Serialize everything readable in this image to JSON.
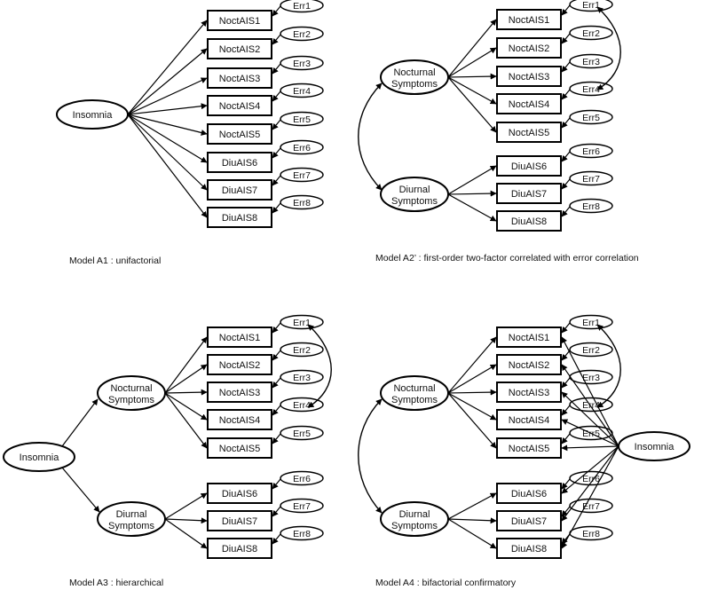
{
  "models": [
    {
      "caption": "Model A1 : unifactorial",
      "latents": [
        "Insomnia"
      ],
      "items": [
        "NoctAIS1",
        "NoctAIS2",
        "NoctAIS3",
        "NoctAIS4",
        "NoctAIS5",
        "DiuAIS6",
        "DiuAIS7",
        "DiuAIS8"
      ],
      "errors": [
        "Err1",
        "Err2",
        "Err3",
        "Err4",
        "Err5",
        "Err6",
        "Err7",
        "Err8"
      ]
    },
    {
      "caption": "Model A2’ : first-order two-factor correlated with error correlation",
      "latents": [
        "Nocturnal Symptoms",
        "Diurnal Symptoms"
      ],
      "items": [
        "NoctAIS1",
        "NoctAIS2",
        "NoctAIS3",
        "NoctAIS4",
        "NoctAIS5",
        "DiuAIS6",
        "DiuAIS7",
        "DiuAIS8"
      ],
      "errors": [
        "Err1",
        "Err2",
        "Err3",
        "Err4",
        "Err5",
        "Err6",
        "Err7",
        "Err8"
      ]
    },
    {
      "caption": "Model A3 : hierarchical",
      "latents": [
        "Insomnia",
        "Nocturnal Symptoms",
        "Diurnal Symptoms"
      ],
      "items": [
        "NoctAIS1",
        "NoctAIS2",
        "NoctAIS3",
        "NoctAIS4",
        "NoctAIS5",
        "DiuAIS6",
        "DiuAIS7",
        "DiuAIS8"
      ],
      "errors": [
        "Err1",
        "Err2",
        "Err3",
        "Err4",
        "Err5",
        "Err6",
        "Err7",
        "Err8"
      ]
    },
    {
      "caption": "Model A4 : bifactorial confirmatory",
      "latents": [
        "Nocturnal Symptoms",
        "Diurnal Symptoms",
        "Insomnia"
      ],
      "items": [
        "NoctAIS1",
        "NoctAIS2",
        "NoctAIS3",
        "NoctAIS4",
        "NoctAIS5",
        "DiuAIS6",
        "DiuAIS7",
        "DiuAIS8"
      ],
      "errors": [
        "Err1",
        "Err2",
        "Err3",
        "Err4",
        "Err5",
        "Err6",
        "Err7",
        "Err8"
      ]
    }
  ]
}
